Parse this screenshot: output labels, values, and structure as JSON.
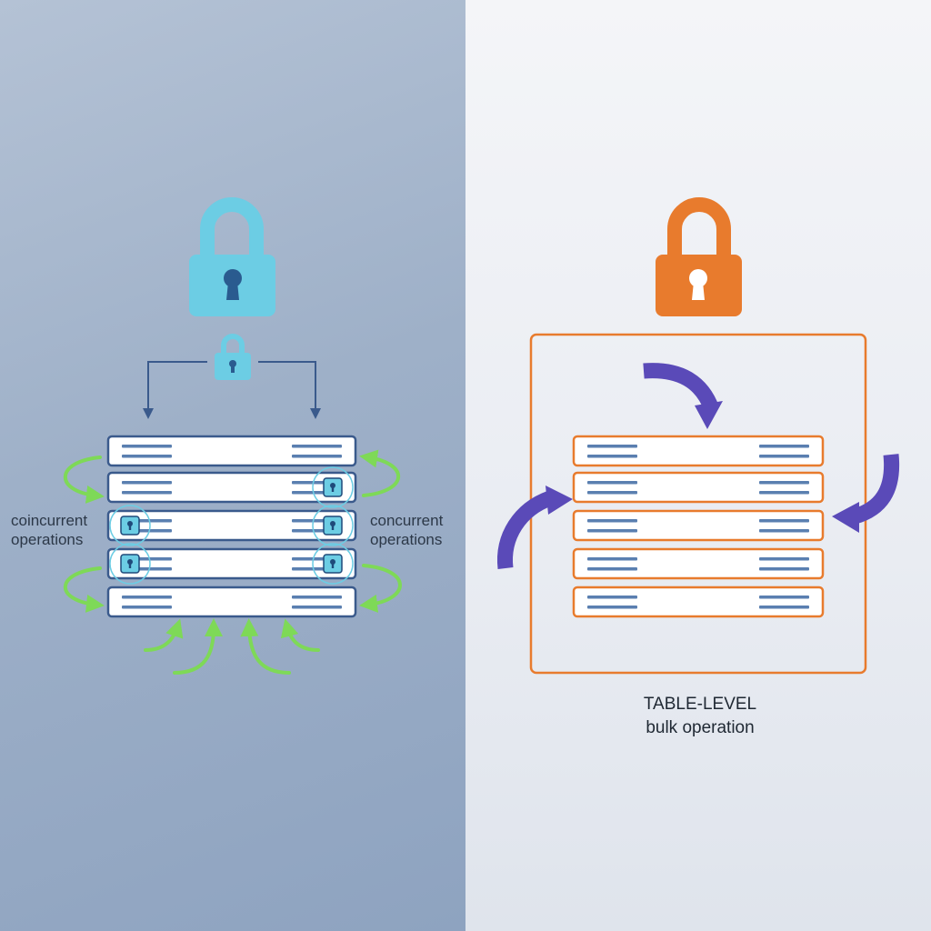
{
  "left": {
    "label_left_line1": "coincurrent",
    "label_left_line2": "operations",
    "label_right_line1": "concurrent",
    "label_right_line2": "operations"
  },
  "right": {
    "label_line1": "TABLE-LEVEL",
    "label_line2": "bulk operation"
  },
  "colors": {
    "row_lock_blue": "#6ccde4",
    "table_lock_orange": "#e87b2d",
    "flow_green": "#7ed957",
    "bulk_purple": "#5a4ab8",
    "row_border_navy": "#3a5a8c"
  }
}
